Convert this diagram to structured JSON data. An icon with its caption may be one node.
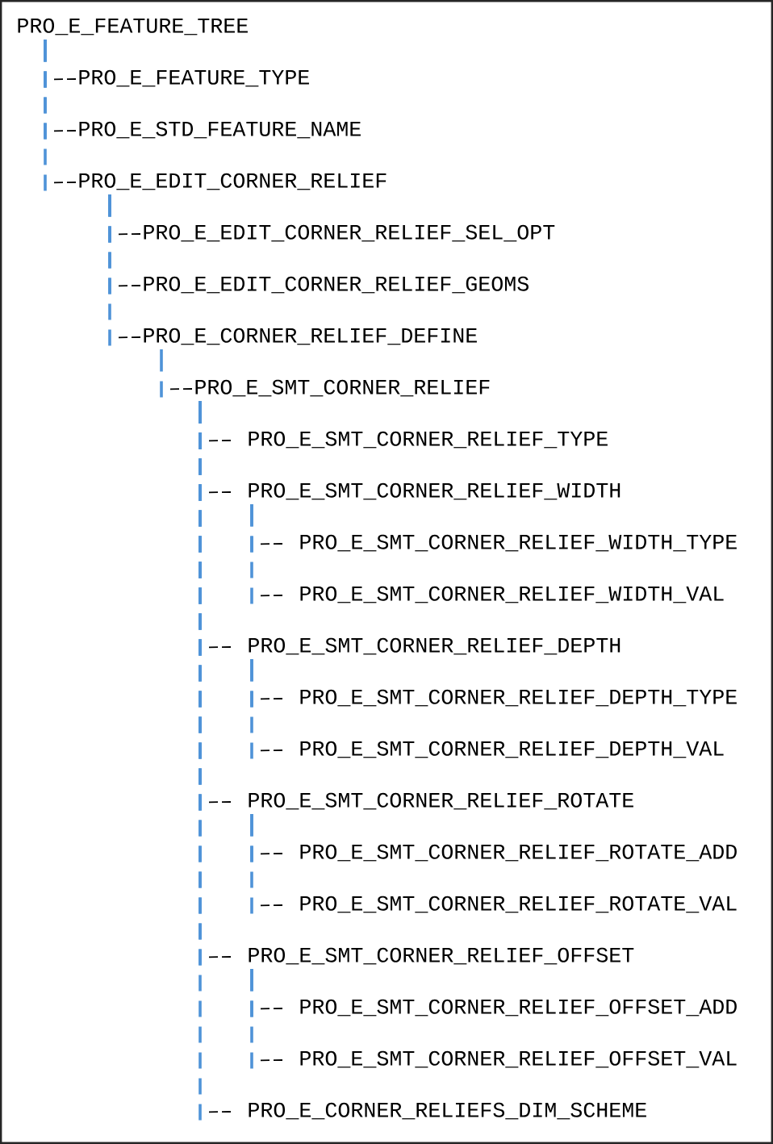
{
  "diagram": {
    "nodes": [
      {
        "text": [
          "PRO_E_FEATURE_TREE"
        ]
      },
      {
        "text": [
          "PRO_E_FEATURE_TYPE"
        ]
      },
      {
        "text": [
          "PRO_E_STD_FEATURE_NAME"
        ]
      },
      {
        "text": [
          "PRO_E_EDIT_CORNER_RELIEF"
        ]
      },
      {
        "text": [
          "PRO_E_EDIT_CORNER_RELIEF_SEL_OPT"
        ]
      },
      {
        "text": [
          "PRO_E_EDIT_CORNER_RELIEF_GEOMS"
        ]
      },
      {
        "text": [
          "PRO_E_CORNER_RELIEF_DEFINE"
        ]
      },
      {
        "text": [
          "PRO_E_SMT_CORNER_RELIEF"
        ]
      },
      {
        "text": [
          "PRO_E_SMT_CORNER_RELIEF_TYPE"
        ]
      },
      {
        "text": [
          "PRO_E_SMT_CORNER_RELIEF_WIDTH"
        ]
      },
      {
        "text": [
          "PRO_E_SMT_CORNER_RELIEF_WIDTH_TYPE"
        ]
      },
      {
        "text": [
          "PRO_E_SMT_CORNER_RELIEF_WIDTH_VAL"
        ]
      },
      {
        "text": [
          "PRO_E_SMT_CORNER_RELIEF_DEPTH"
        ]
      },
      {
        "text": [
          "PRO_E_SMT_CORNER_RELIEF_DEPTH_TYPE"
        ]
      },
      {
        "text": [
          "PRO_E_SMT_CORNER_RELIEF_DEPTH_VAL"
        ]
      },
      {
        "text": [
          "PRO_E_SMT_CORNER_RELIEF_ROTATE"
        ]
      },
      {
        "text": [
          "PRO_E_SMT_CORNER_RELIEF_ROTATE_ADD"
        ]
      },
      {
        "text": [
          "PRO_E_SMT_CORNER_RELIEF_ROTATE_VAL"
        ]
      },
      {
        "text": [
          "PRO_E_SMT_CORNER_RELIEF_OFFSET"
        ]
      },
      {
        "text": [
          "PRO_E_SMT_CORNER_RELIEF_OFFSET_ADD"
        ]
      },
      {
        "text": [
          "PRO_E_SMT_CORNER_RELIEF_OFFSET_VAL"
        ]
      },
      {
        "text": [
          "PRO_E_CORNER_RELIEFS_DIM_SCHEME"
        ]
      }
    ],
    "edges": [
      {
        "from": 0,
        "to": 1,
        "arrow": "none"
      },
      {
        "from": 0,
        "to": 2,
        "arrow": "none"
      },
      {
        "from": 0,
        "to": 3,
        "arrow": "none"
      },
      {
        "from": 3,
        "to": 4,
        "arrow": "none"
      },
      {
        "from": 3,
        "to": 5,
        "arrow": "none"
      },
      {
        "from": 3,
        "to": 6,
        "arrow": "none"
      },
      {
        "from": 6,
        "to": 7,
        "arrow": "none"
      },
      {
        "from": 7,
        "to": 8,
        "arrow": "none"
      },
      {
        "from": 7,
        "to": 9,
        "arrow": "none"
      },
      {
        "from": 9,
        "to": 10,
        "arrow": "none"
      },
      {
        "from": 9,
        "to": 11,
        "arrow": "none"
      },
      {
        "from": 7,
        "to": 12,
        "arrow": "none"
      },
      {
        "from": 12,
        "to": 13,
        "arrow": "none"
      },
      {
        "from": 12,
        "to": 14,
        "arrow": "none"
      },
      {
        "from": 7,
        "to": 15,
        "arrow": "none"
      },
      {
        "from": 15,
        "to": 16,
        "arrow": "none"
      },
      {
        "from": 15,
        "to": 17,
        "arrow": "none"
      },
      {
        "from": 7,
        "to": 18,
        "arrow": "none"
      },
      {
        "from": 18,
        "to": 19,
        "arrow": "none"
      },
      {
        "from": 18,
        "to": 20,
        "arrow": "none"
      },
      {
        "from": 7,
        "to": 21,
        "arrow": "none"
      }
    ]
  }
}
